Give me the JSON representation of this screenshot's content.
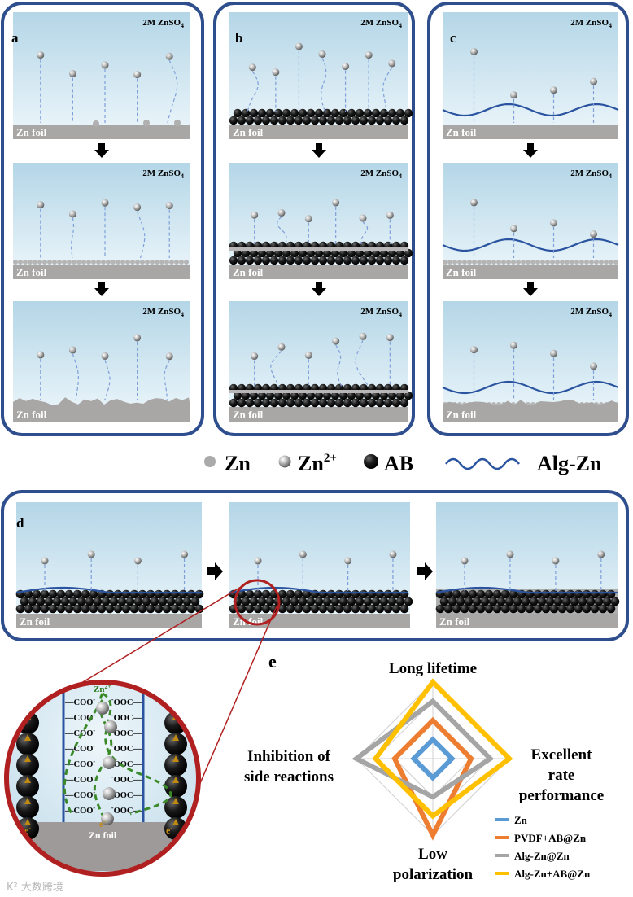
{
  "panels": {
    "a": {
      "letter": "a",
      "electrolyte": "2M ZnSO",
      "electrolyte_sub": "4",
      "foil": "Zn foil"
    },
    "b": {
      "letter": "b",
      "electrolyte": "2M ZnSO",
      "electrolyte_sub": "4",
      "foil": "Zn foil"
    },
    "c": {
      "letter": "c",
      "electrolyte": "2M ZnSO",
      "electrolyte_sub": "4",
      "foil": "Zn foil"
    },
    "d": {
      "letter": "d",
      "foil": "Zn foil"
    },
    "e": {
      "letter": "e"
    }
  },
  "legend": {
    "zn": "Zn",
    "zn2": "Zn",
    "zn2_sup": "2+",
    "ab": "AB",
    "alg": "Alg-Zn"
  },
  "zoom": {
    "ion": "Zn",
    "ion_sup": "2+",
    "coo": "COO",
    "coo_minus": "-",
    "ooc": "OOC",
    "ooc_minus": "-",
    "electron": "e",
    "electron_sup": "-",
    "foil": "Zn foil"
  },
  "radar": {
    "axes": [
      "Long lifetime",
      "Excellent rate performance",
      "Low polarization",
      "Inhibition of side reactions"
    ],
    "axis_lines": {
      "top": [
        "Long lifetime"
      ],
      "right": [
        "Excellent",
        "rate",
        "performance"
      ],
      "bottom": [
        "Low",
        "polarization"
      ],
      "left": [
        "Inhibition of",
        "side reactions"
      ]
    },
    "series": [
      {
        "name": "Zn",
        "color": "#5b9bd5",
        "values": [
          1,
          1,
          1,
          1
        ]
      },
      {
        "name": "PVDF+AB@Zn",
        "color": "#ed7d31",
        "values": [
          2,
          2,
          4,
          2
        ]
      },
      {
        "name": "Alg-Zn@Zn",
        "color": "#a5a5a5",
        "values": [
          3,
          3,
          2,
          4
        ]
      },
      {
        "name": "Alg-Zn+AB@Zn",
        "color": "#ffc000",
        "values": [
          4,
          4,
          3,
          3
        ]
      }
    ],
    "max": 4
  },
  "colors": {
    "frame": "#2f4e8e",
    "electrolyte_top": "#bcdbea",
    "electrolyte_bottom": "#eef7fb",
    "foil": "#a9a6a6",
    "arrow": "#7f9fd9",
    "alg": "#2a53a0",
    "zoom_ring": "#b02020"
  },
  "watermark": "K² 大数跨境"
}
